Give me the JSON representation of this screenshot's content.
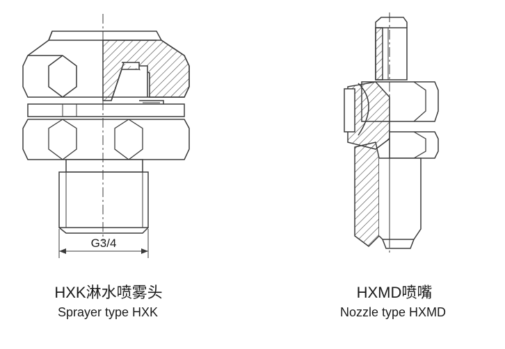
{
  "sprayer": {
    "thread_label": "G3/4",
    "caption_cn": "HXK淋水喷雾头",
    "caption_en": "Sprayer type HXK"
  },
  "nozzle": {
    "caption_cn": "HXMD喷嘴",
    "caption_en": "Nozzle type HXMD"
  },
  "colors": {
    "line": "#3a3a3a",
    "background": "#ffffff"
  }
}
